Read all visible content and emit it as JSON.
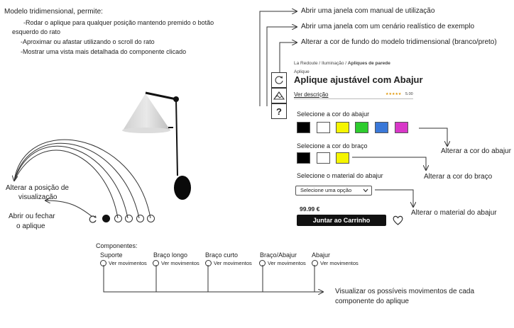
{
  "intro": {
    "title": "Modelo tridimensional, permite:",
    "line1": "-Rodar o aplique para qualquer posição mantendo premido o botão",
    "line2": "esquerdo do rato",
    "line3": "-Aproximar ou afastar utilizando o scroll do rato",
    "line4": "-Mostrar uma vista mais detalhada do componente clicado"
  },
  "annotations": {
    "manual": "Abrir uma janela com manual de utilização",
    "scenario": "Abrir uma janela com um cenário realístico de exemplo",
    "background": "Alterar a cor de fundo do modelo tridimensional (branco/preto)",
    "shade_color": "Alterar a cor do abajur",
    "arm_color": "Alterar a cor do braço",
    "material": "Alterar o material do abajur",
    "view_pos_1": "Alterar a posição de",
    "view_pos_2": "visualização",
    "open_close_1": "Abrir ou fechar",
    "open_close_2": "o aplique",
    "components_1": "Visualizar os possíveis movimentos de cada",
    "components_2": "componente do aplique"
  },
  "product": {
    "breadcrumb_1": "La Redoute",
    "breadcrumb_sep1": " / ",
    "breadcrumb_2": "Iluminação",
    "breadcrumb_sep2": " / ",
    "breadcrumb_3": "Apliques de parede",
    "category": "Aplique",
    "title": "Aplique ajustável com Abajur",
    "description_link": "Ver descrição",
    "stars": "★★★★★",
    "rating": "5.00",
    "shade_color_label": "Selecione a cor do abajur",
    "shade_colors": [
      "#000000",
      "#ffffff",
      "#f5f500",
      "#2ecc2e",
      "#3a78d8",
      "#d838c8"
    ],
    "arm_color_label": "Selecione a cor do braço",
    "arm_colors": [
      "#000000",
      "#ffffff",
      "#f5f500"
    ],
    "material_label": "Selecione o material do abajur",
    "material_select": "Selecione uma opção",
    "price": "99.99 €",
    "cart_button": "Juntar ao Carrinho",
    "help_icon": "?"
  },
  "components": {
    "title": "Componentes:",
    "items": [
      {
        "name": "Suporte",
        "action": "Ver movimentos"
      },
      {
        "name": "Braço longo",
        "action": "Ver movimentos"
      },
      {
        "name": "Braço curto",
        "action": "Ver movimentos"
      },
      {
        "name": "Braço/Abajur",
        "action": "Ver movimentos"
      },
      {
        "name": "Abajur",
        "action": "Ver movimentos"
      }
    ]
  },
  "icons": {
    "rotate": "rotate-icon",
    "landscape": "scenario-icon",
    "help": "help-icon",
    "heart": "heart-icon",
    "chevron": "chevron-down-icon"
  }
}
